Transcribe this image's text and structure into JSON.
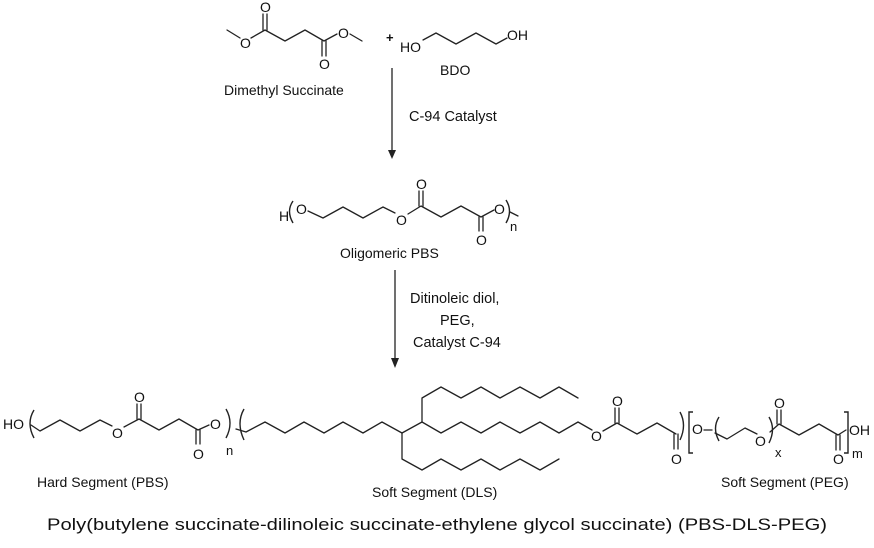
{
  "reactants": {
    "dimethyl_succinate": {
      "label": "Dimethyl Succinate",
      "atoms": {
        "o": "O"
      }
    },
    "plus": "+",
    "bdo": {
      "label": "BDO",
      "ho": "HO",
      "oh": "OH"
    }
  },
  "step1": {
    "condition": "C-94 Catalyst"
  },
  "intermediate": {
    "label": "Oligomeric PBS",
    "h": "H",
    "o": "O",
    "subscript": "n"
  },
  "step2": {
    "conditions": [
      "Ditinoleic diol,",
      "PEG,",
      "Catalyst C-94"
    ]
  },
  "product": {
    "ho": "HO",
    "o": "O",
    "oh": "OH",
    "subscripts": {
      "n": "n",
      "x": "x",
      "m": "m"
    },
    "segments": {
      "hard": "Hard Segment (PBS)",
      "soft_dls": "Soft Segment (DLS)",
      "soft_peg": "Soft Segment (PEG)"
    },
    "name": "Poly(butylene succinate-dilinoleic succinate-ethylene glycol succinate) (PBS-DLS-PEG)"
  }
}
